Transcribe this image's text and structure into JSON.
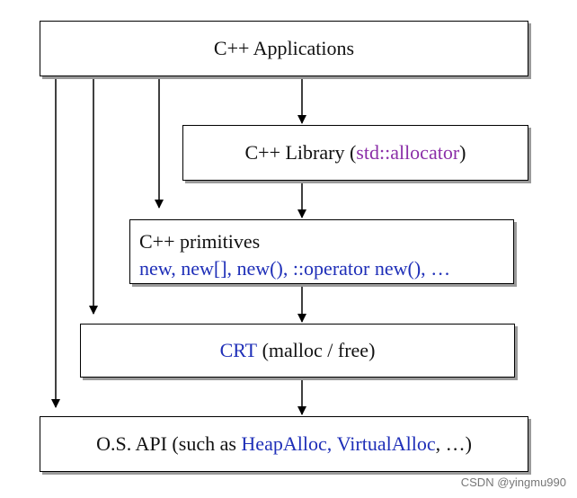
{
  "boxes": {
    "applications": {
      "text": "C++ Applications"
    },
    "library": {
      "prefix": "C++ Library (",
      "highlight": "std::allocator",
      "suffix": ")"
    },
    "primitives": {
      "title": "C++ primitives",
      "items": "new, new[], new(), ::operator new(), …"
    },
    "crt": {
      "highlight": "CRT",
      "suffix": " (malloc / free)"
    },
    "os_api": {
      "prefix": "O.S. API (such as ",
      "highlight1": "HeapAlloc",
      "sep": ", ",
      "highlight2": "VirtualAlloc",
      "suffix": ", …)"
    }
  },
  "watermark": "CSDN @yingmu990",
  "colors": {
    "highlight_blue": "#1f2fb8",
    "highlight_purple": "#8b2fa8",
    "box_shadow": "#9a9a9a",
    "line": "#000000"
  }
}
